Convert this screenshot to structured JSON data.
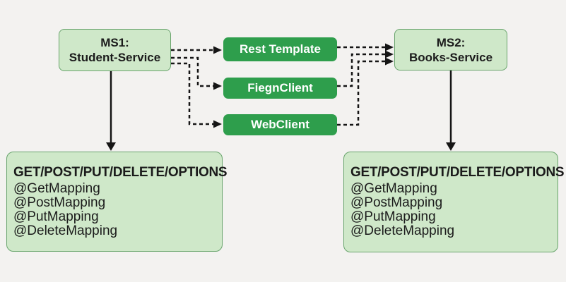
{
  "diagram": {
    "nodes": {
      "ms1": {
        "title_line1": "MS1:",
        "title_line2": "Student-Service"
      },
      "ms2": {
        "title_line1": "MS2:",
        "title_line2": "Books-Service"
      },
      "clients": [
        "Rest Template",
        "FiegnClient",
        "WebClient"
      ],
      "endpoints_left": {
        "heading": "GET/POST/PUT/DELETE/OPTIONS",
        "annotations": [
          "@GetMapping",
          "@PostMapping",
          "@PutMapping",
          "@DeleteMapping"
        ]
      },
      "endpoints_right": {
        "heading": "GET/POST/PUT/DELETE/OPTIONS",
        "annotations": [
          "@GetMapping",
          "@PostMapping",
          "@PutMapping",
          "@DeleteMapping"
        ]
      }
    },
    "colors": {
      "background": "#f3f2f0",
      "service_fill": "#cfe8c9",
      "service_border": "#68a46c",
      "client_fill": "#2e9e4c",
      "client_text": "#ffffff",
      "text": "#1b1b1b",
      "connector": "#151515"
    }
  }
}
